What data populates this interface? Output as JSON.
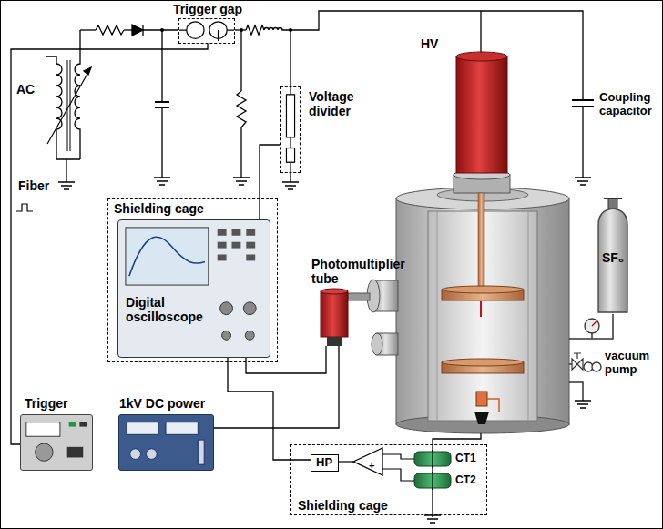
{
  "diagram": {
    "nodes": [
      {
        "text": [
          "Trigger gap"
        ]
      },
      {
        "text": [
          "Voltage divider"
        ]
      },
      {
        "text": [
          "Shielding cage"
        ]
      },
      {
        "text": [
          "Digital oscilloscope"
        ],
        "in": 2
      },
      {
        "text": [
          "Photomultiplier tube"
        ]
      },
      {
        "text": [
          "SF₆"
        ]
      },
      {
        "text": [
          "Trigger"
        ]
      },
      {
        "text": [
          "1kV DC power"
        ]
      },
      {
        "text": [
          "Shielding cage"
        ]
      },
      {
        "text": [
          "HP"
        ],
        "in": 8
      }
    ],
    "edges": [
      {
        "from": 6,
        "to": 0,
        "arrow": "none",
        "label": "Fiber"
      },
      {
        "from": 3,
        "to": 1,
        "arrow": "none"
      },
      {
        "from": 3,
        "to": 4,
        "arrow": "none"
      },
      {
        "from": 3,
        "to": 9,
        "arrow": "none"
      },
      {
        "from": 7,
        "to": 4,
        "arrow": "none"
      }
    ],
    "labels": [
      "AC",
      "HV",
      "Coupling capacitor",
      "vacuum pump",
      "+",
      "CT1",
      "CT2"
    ]
  }
}
